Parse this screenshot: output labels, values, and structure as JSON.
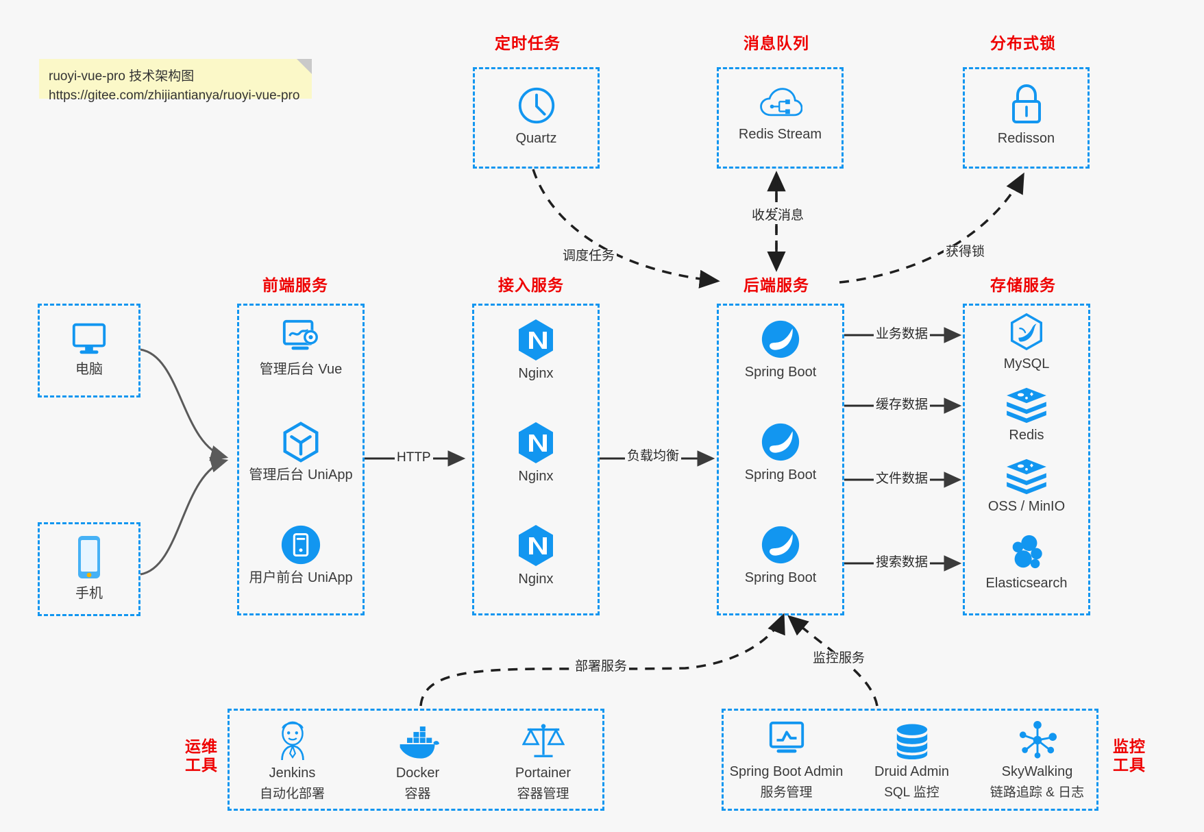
{
  "diagram": {
    "title": "ruoyi-vue-pro 技术架构图",
    "accent_blue": "#1296f0",
    "label_red": "#ee0000",
    "background": "#f7f7f7"
  },
  "note": {
    "line1": "ruoyi-vue-pro 技术架构图",
    "line2": "https://gitee.com/zhijiantianya/ruoyi-vue-pro",
    "bg": "#fbf8c8"
  },
  "groups": {
    "scheduler": {
      "label": "定时任务"
    },
    "mq": {
      "label": "消息队列"
    },
    "lock": {
      "label": "分布式锁"
    },
    "frontend": {
      "label": "前端服务"
    },
    "gateway": {
      "label": "接入服务"
    },
    "backend": {
      "label": "后端服务"
    },
    "storage": {
      "label": "存储服务"
    },
    "devops": {
      "label_line1": "运维",
      "label_line2": "工具"
    },
    "monitor": {
      "label_line1": "监控",
      "label_line2": "工具"
    }
  },
  "clients": [
    {
      "label": "电脑",
      "icon": "desktop-icon"
    },
    {
      "label": "手机",
      "icon": "phone-icon"
    }
  ],
  "scheduler_nodes": [
    {
      "label": "Quartz",
      "icon": "clock-icon"
    }
  ],
  "mq_nodes": [
    {
      "label": "Redis Stream",
      "icon": "cloud-network-icon"
    }
  ],
  "lock_nodes": [
    {
      "label": "Redisson",
      "icon": "padlock-icon"
    }
  ],
  "frontend_nodes": [
    {
      "label": "管理后台 Vue",
      "icon": "dashboard-gear-icon"
    },
    {
      "label": "管理后台 UniApp",
      "icon": "hexagon-cube-icon"
    },
    {
      "label": "用户前台 UniApp",
      "icon": "mobile-circle-icon"
    }
  ],
  "gateway_nodes": [
    {
      "label": "Nginx",
      "icon": "nginx-icon"
    },
    {
      "label": "Nginx",
      "icon": "nginx-icon"
    },
    {
      "label": "Nginx",
      "icon": "nginx-icon"
    }
  ],
  "backend_nodes": [
    {
      "label": "Spring Boot",
      "icon": "spring-leaf-icon"
    },
    {
      "label": "Spring Boot",
      "icon": "spring-leaf-icon"
    },
    {
      "label": "Spring Boot",
      "icon": "spring-leaf-icon"
    }
  ],
  "storage_nodes": [
    {
      "label": "MySQL",
      "icon": "mysql-dolphin-icon"
    },
    {
      "label": "Redis",
      "icon": "redis-stack-icon"
    },
    {
      "label": "OSS / MinIO",
      "icon": "redis-stack-icon"
    },
    {
      "label": "Elasticsearch",
      "icon": "elasticsearch-icon"
    }
  ],
  "devops_nodes": [
    {
      "label": "Jenkins",
      "sub": "自动化部署",
      "icon": "jenkins-butler-icon"
    },
    {
      "label": "Docker",
      "sub": "容器",
      "icon": "docker-whale-icon"
    },
    {
      "label": "Portainer",
      "sub": "容器管理",
      "icon": "scales-icon"
    }
  ],
  "monitor_nodes": [
    {
      "label": "Spring Boot Admin",
      "sub": "服务管理",
      "icon": "monitor-chart-icon"
    },
    {
      "label": "Druid Admin",
      "sub": "SQL 监控",
      "icon": "database-icon"
    },
    {
      "label": "SkyWalking",
      "sub": "链路追踪 & 日志",
      "icon": "skywalking-node-icon"
    }
  ],
  "edge_labels": {
    "http": "HTTP",
    "load_balance": "负载均衡",
    "schedule_task": "调度任务",
    "send_receive_message": "收发消息",
    "acquire_lock": "获得锁",
    "business_data": "业务数据",
    "cache_data": "缓存数据",
    "file_data": "文件数据",
    "search_data": "搜索数据",
    "deploy_service": "部署服务",
    "monitor_service": "监控服务"
  }
}
